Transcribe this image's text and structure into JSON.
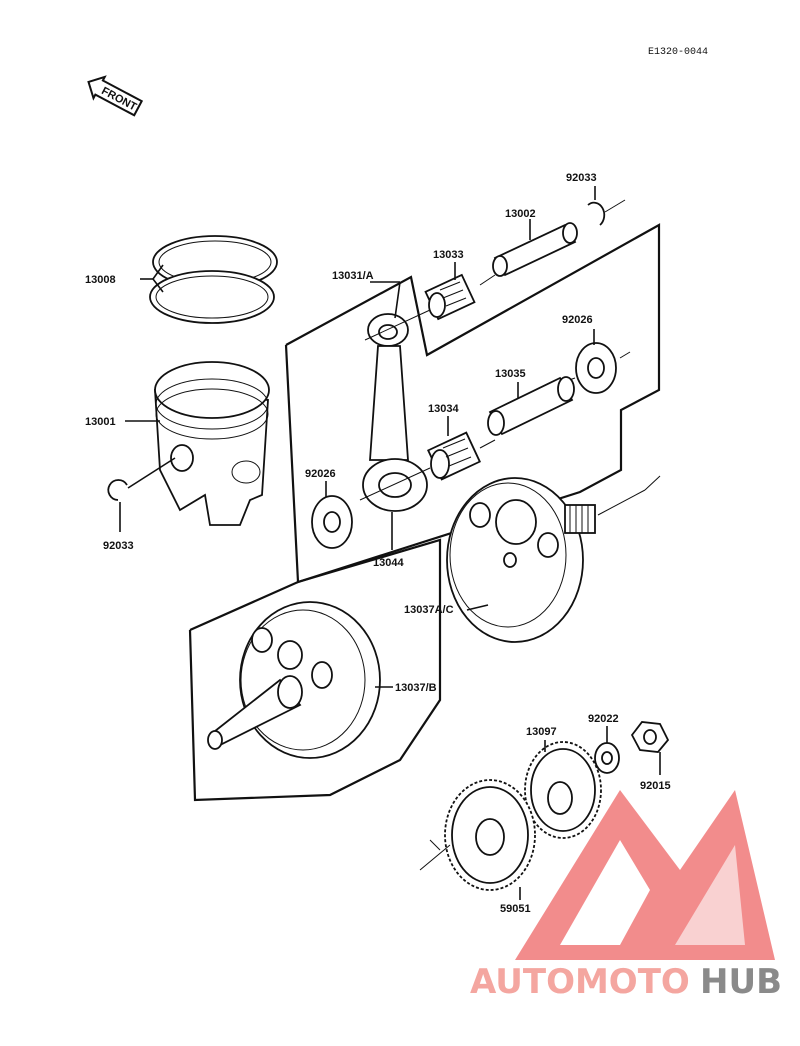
{
  "diagram_code": "E1320-0044",
  "front_label": "FRONT",
  "parts": [
    {
      "id": "piston-ring",
      "label": "13008"
    },
    {
      "id": "piston",
      "label": "13001"
    },
    {
      "id": "piston-clip-left",
      "label": "92033"
    },
    {
      "id": "piston-clip-right",
      "label": "92033"
    },
    {
      "id": "piston-pin",
      "label": "13002"
    },
    {
      "id": "needle-bearing-small-end",
      "label": "13033"
    },
    {
      "id": "connecting-rod",
      "label": "13031/A"
    },
    {
      "id": "washer-small-end",
      "label": "92026"
    },
    {
      "id": "crankpin",
      "label": "13035"
    },
    {
      "id": "needle-bearing-big-end",
      "label": "13034"
    },
    {
      "id": "washer-big-end",
      "label": "92026"
    },
    {
      "id": "rod-set",
      "label": "13044"
    },
    {
      "id": "crank-half-right",
      "label": "13037A/C"
    },
    {
      "id": "crank-half-left",
      "label": "13037/B"
    },
    {
      "id": "primary-gear",
      "label": "13097"
    },
    {
      "id": "washer-gear",
      "label": "92022"
    },
    {
      "id": "nut",
      "label": "92015"
    },
    {
      "id": "gear-large",
      "label": "59051"
    }
  ],
  "watermark": {
    "part1": "AUTOMOTO",
    "part2": "HUB",
    "color1": "#f4a6a0",
    "color2": "#8a8a8a",
    "logo_color": "#ef6a6a"
  }
}
